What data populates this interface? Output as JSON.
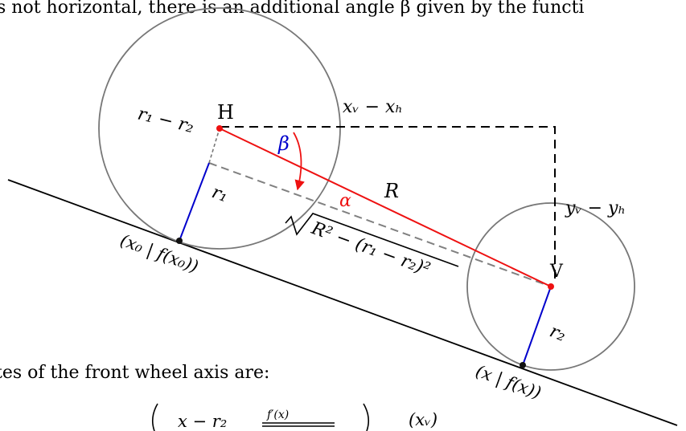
{
  "text": {
    "top_line": "s not horizontal, there is an additional angle β given by the functi",
    "bottom_line": "tes of the front wheel axis are:"
  },
  "labels": {
    "H": "H",
    "V": "V",
    "r1_minus_r2": "r₁ − r₂",
    "r1": "r₁",
    "r2": "r₂",
    "beta": "β",
    "alpha": "α",
    "R": "R",
    "dx": "xᵥ − xₕ",
    "dy": "yᵥ − yₕ",
    "sqrt_expr": "R² − (r₁ − r₂)²",
    "point0": "(x₀ | f(x₀))",
    "point": "(x | f(x))",
    "frac_num": "f′(x)",
    "formula_left": "x − r₂",
    "formula_right": "(xᵥ)"
  },
  "colors": {
    "line": "#000000",
    "circle": "#777777",
    "red": "#ee1111",
    "blue": "#0000cc",
    "dashed_gray": "#808080"
  }
}
